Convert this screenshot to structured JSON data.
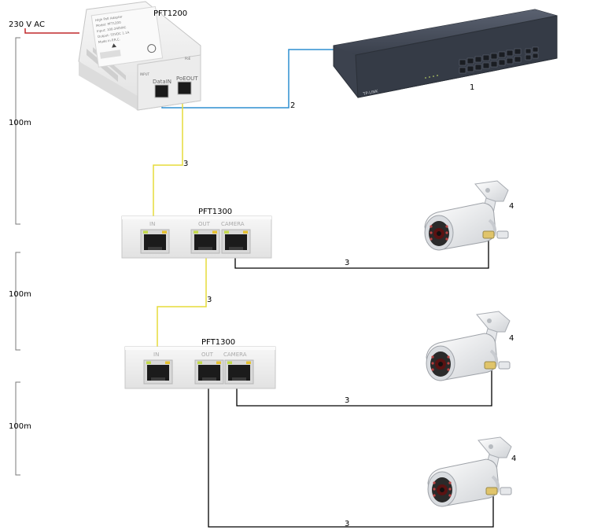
{
  "power_label": "230 V AC",
  "injector": {
    "name": "PFT1200",
    "port_data_in": "DataIN",
    "port_poe_out": "PoEOUT",
    "sticker_title": "High PoE Adapter",
    "sticker_model": "Model: PFT1200",
    "sticker_lines": [
      "Input: 100-240VAC",
      "Output: 55VDC 1.1A",
      "Made in P.R.C."
    ],
    "tag_left": "INPUT",
    "tag_right": "PoE"
  },
  "switch": {
    "brand": "TP-LINK",
    "number": "1"
  },
  "extenders": [
    {
      "name": "PFT1300",
      "port_in": "IN",
      "port_out": "OUT",
      "port_camera": "CAMERA"
    },
    {
      "name": "PFT1300",
      "port_in": "IN",
      "port_out": "OUT",
      "port_camera": "CAMERA"
    }
  ],
  "distances": [
    "100m",
    "100m",
    "100m"
  ],
  "cable_labels": {
    "switch_link": "2",
    "injector_to_ext1": "3",
    "ext1_to_camera1": "3",
    "ext1_to_ext2": "3",
    "ext2_to_camera2": "3",
    "ext2_to_camera3": "3"
  },
  "camera_labels": [
    "4",
    "4",
    "4"
  ],
  "colors": {
    "power_line": "#c0282b",
    "uplink_line": "#2f8fd0",
    "poe_line": "#e6dc3a",
    "camera_line": "#000000",
    "device_body": "#f0f0f0",
    "switch_body": "#3d4451"
  }
}
